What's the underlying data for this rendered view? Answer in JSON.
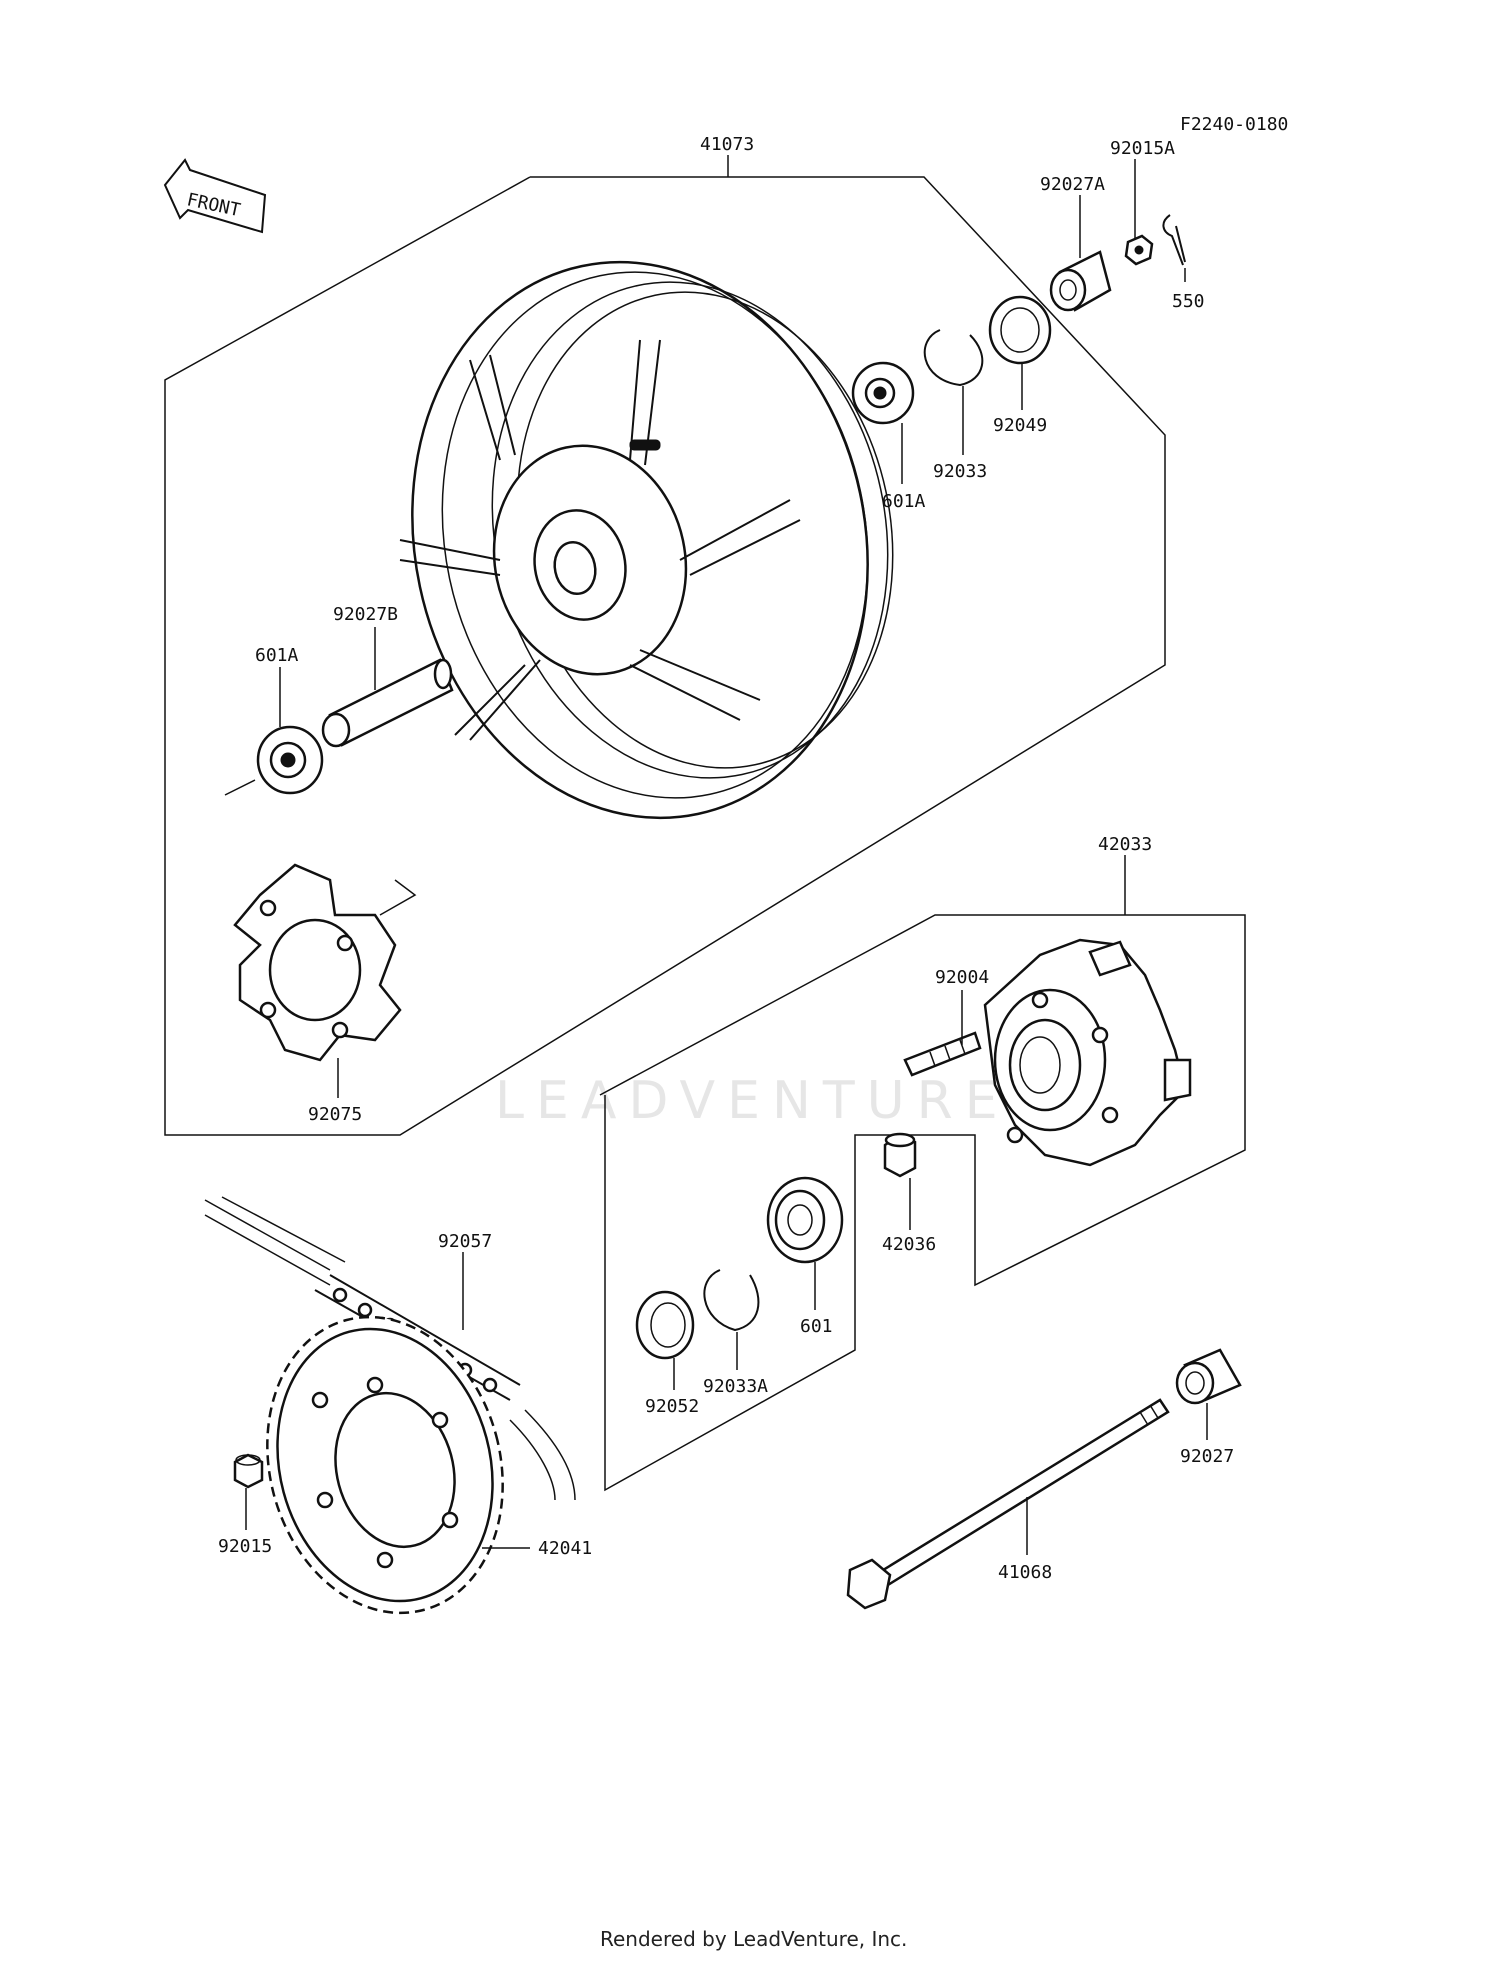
{
  "diagram": {
    "code": "F2240-0180",
    "front_arrow": "FRONT",
    "watermark": "LEADVENTURE",
    "footer": "Rendered by LeadVenture, Inc.",
    "labels": {
      "p41073": "41073",
      "p92015A": "92015A",
      "p92027A": "92027A",
      "p550": "550",
      "p92049": "92049",
      "p92033": "92033",
      "p601A_right": "601A",
      "p92027B": "92027B",
      "p601A_left": "601A",
      "p92075": "92075",
      "p42033": "42033",
      "p92004": "92004",
      "p42036": "42036",
      "p601": "601",
      "p92033A": "92033A",
      "p92052": "92052",
      "p92057": "92057",
      "p92015": "92015",
      "p42041": "42041",
      "p92027": "92027",
      "p41068": "41068"
    }
  }
}
